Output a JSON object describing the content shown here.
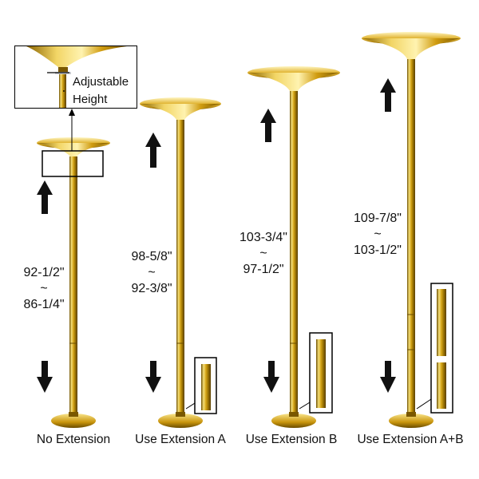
{
  "inset": {
    "label_line1": "Adjustable",
    "label_line2": "Height"
  },
  "poles": [
    {
      "caption": "No Extension",
      "range_high": "92-1/2\"",
      "tilde": "~",
      "range_low": "86-1/4\""
    },
    {
      "caption": "Use Extension A",
      "range_high": "98-5/8\"",
      "tilde": "~",
      "range_low": "92-3/8\""
    },
    {
      "caption": "Use Extension B",
      "range_high": "103-3/4\"",
      "tilde": "~",
      "range_low": "97-1/2\""
    },
    {
      "caption": "Use Extension A+B",
      "range_high": "109-7/8\"",
      "tilde": "~",
      "range_low": "103-1/2\""
    }
  ],
  "colors": {
    "gold": "#c99a10",
    "gold_light": "#f4dd6a",
    "gold_dark": "#7a5a00",
    "arrow": "#111111"
  }
}
